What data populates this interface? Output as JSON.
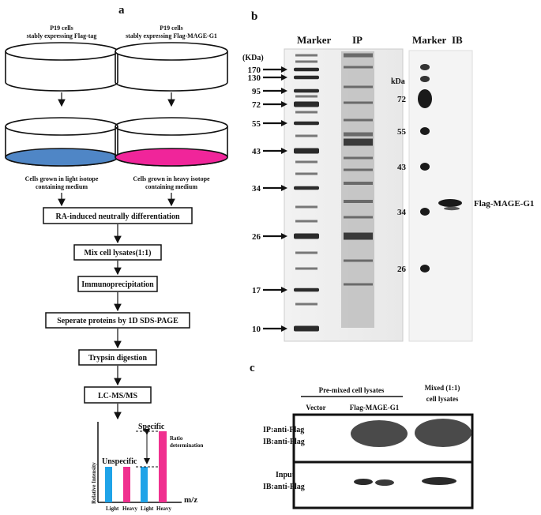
{
  "panel_a": {
    "label": "a",
    "left_dish_title_1": "P19 cells",
    "left_dish_title_2": "stably expressing Flag-tag",
    "right_dish_title_1": "P19 cells",
    "right_dish_title_2": "stably expressing Flag-MAGE-G1",
    "left_medium_1": "Cells grown in light isotope",
    "left_medium_2": "containing medium",
    "right_medium_1": "Cells grown in heavy isotope",
    "right_medium_2": "containing medium",
    "light_color": "#4f86c6",
    "heavy_color": "#f0259a",
    "steps": [
      "RA-induced neutrally differentiation",
      "Mix cell lysates(1:1)",
      "Immunoprecipitation",
      "Seperate proteins by 1D SDS-PAGE",
      "Trypsin digestion",
      "LC-MS/MS"
    ],
    "spectrum": {
      "unspecific": "Unspecific",
      "specific": "Specific",
      "ratio_1": "Ratio",
      "ratio_2": "determination",
      "ylabel": "Relative Intensity",
      "xlabel": "m/z",
      "light": "Light",
      "heavy": "Heavy",
      "light_bar_color": "#1fa3e8",
      "heavy_bar_color": "#f0308f"
    }
  },
  "panel_b": {
    "label": "b",
    "gel_marker": "Marker",
    "gel_ip": "IP",
    "unit": "(KDa)",
    "markers": [
      "170",
      "130",
      "95",
      "72",
      "55",
      "43",
      "34",
      "26",
      "17",
      "10"
    ],
    "blot_marker": "Marker",
    "blot_ib": "IB",
    "blot_unit": "kDa",
    "blot_markers": [
      "72",
      "55",
      "43",
      "34",
      "26"
    ],
    "band_label": "Flag-MAGE-G1"
  },
  "panel_c": {
    "label": "c",
    "premixed": "Pre-mixed cell lysates",
    "vector": "Vector",
    "flag": "Flag-MAGE-G1",
    "mixed_1": "Mixed (1:1)",
    "mixed_2": "cell lysates",
    "row1_1": "IP:anti-Flag",
    "row1_2": "IB:anti-Flag",
    "row2_1": "Input",
    "row2_2": "IB:anti-Flag"
  }
}
